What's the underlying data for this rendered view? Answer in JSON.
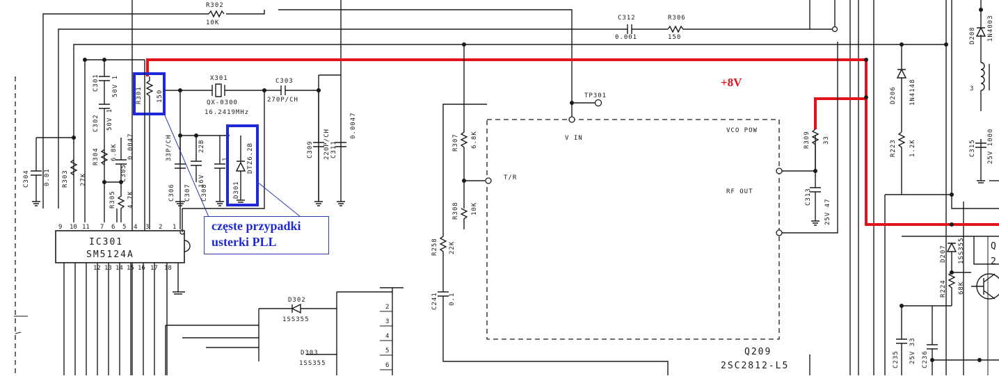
{
  "annotation": {
    "note_line1": "częste przypadki",
    "note_line2": "usterki PLL",
    "supply_label": "+8V",
    "supply_color": "#e0141a",
    "highlight_color": "#1f2ad6"
  },
  "ic": {
    "ref": "IC301",
    "part": "SM5124A",
    "top_pins": [
      "9",
      "10",
      "11",
      "7",
      "6",
      "5",
      "4",
      "3",
      "2",
      "1"
    ],
    "bottom_pins": [
      "12",
      "13",
      "14",
      "15",
      "16",
      "17",
      "18"
    ]
  },
  "components": {
    "r302": {
      "ref": "R302",
      "value": "10K"
    },
    "c312": {
      "ref": "C312",
      "value": "0.001"
    },
    "r306": {
      "ref": "R306",
      "value": "150"
    },
    "x301": {
      "ref": "X301",
      "part": "QX-0300",
      "freq": "16.2419MHz"
    },
    "c303": {
      "ref": "C303",
      "value": "270P/CH"
    },
    "r301": {
      "ref": "R301",
      "value": "150"
    },
    "c301": {
      "ref": "C301",
      "value": "50V 1"
    },
    "c302": {
      "ref": "C302",
      "value": "50V 1"
    },
    "c304": {
      "ref": "C304",
      "value": "0.01"
    },
    "r303": {
      "ref": "R303",
      "value": "27K"
    },
    "r304": {
      "ref": "R304",
      "value": "6.8K"
    },
    "c305": {
      "ref": "C305",
      "value": "0.0047"
    },
    "r305": {
      "ref": "R305",
      "value": "4.7K"
    },
    "c306": {
      "ref": "C306",
      "value": "33P/CH"
    },
    "c307": {
      "ref": "C307",
      "value": "22B"
    },
    "c308": {
      "ref": "C308",
      "value": "16V"
    },
    "c308b": {
      "ref": "C308",
      "value": "1"
    },
    "d301": {
      "ref": "D301",
      "part": "DTZ6.2B"
    },
    "c309": {
      "ref": "C309",
      "value": "220P/CH"
    },
    "c311": {
      "ref": "C311",
      "value": "0.0047"
    },
    "r307": {
      "ref": "R307",
      "value": "6.8K"
    },
    "r308": {
      "ref": "R308",
      "value": "10K"
    },
    "r258": {
      "ref": "R258",
      "value": "22K"
    },
    "c241": {
      "ref": "C241",
      "value": "0.1"
    },
    "d302": {
      "ref": "D302",
      "part": "1SS355"
    },
    "d303": {
      "ref": "D303",
      "part": "1SS355"
    },
    "r309": {
      "ref": "R309",
      "value": "33"
    },
    "c313": {
      "ref": "C313",
      "value": "25V 47"
    },
    "d206": {
      "ref": "D206",
      "part": "1N4148"
    },
    "r223": {
      "ref": "R223",
      "value": "1.2K"
    },
    "c315": {
      "ref": "C315",
      "value": "25V 1000"
    },
    "d208": {
      "ref": "D208",
      "part": "1N4003"
    },
    "d207": {
      "ref": "D207",
      "part": "1SS355"
    },
    "r224": {
      "ref": "R224",
      "value": "68K"
    },
    "c236": {
      "ref": "C236"
    },
    "c235": {
      "ref": "C235",
      "value": "25V 33"
    },
    "q209": {
      "ref": "Q209",
      "part": "2SC2812-L5"
    }
  },
  "vco": {
    "tp": "TP301",
    "vin": "V IN",
    "vco_pow": "VCO POW",
    "tr": "T/R",
    "rf_out": "RF OUT"
  },
  "connector_pins": [
    "2",
    "3",
    "4",
    "5",
    "6"
  ],
  "misc": {
    "transistor_partial": "Q",
    "transistor_pin": "2",
    "coil_num": "3"
  }
}
